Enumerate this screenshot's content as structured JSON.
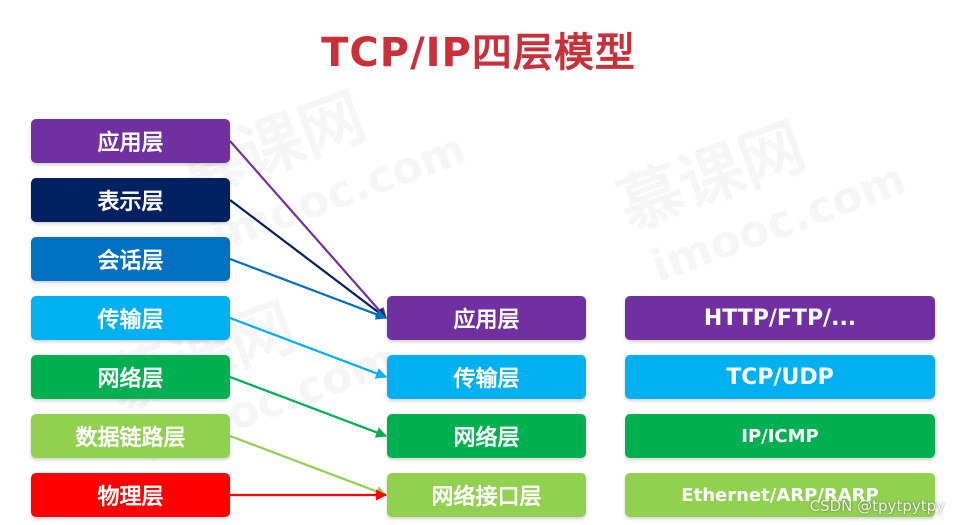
{
  "title": "TCP/IP四层模型",
  "watermark": {
    "brand": "慕课网",
    "domain": "imooc.com"
  },
  "footnote": "CSDN @tpytpytpy",
  "osi_layers": [
    {
      "label": "应用层",
      "color": "#7030a0"
    },
    {
      "label": "表示层",
      "color": "#002060"
    },
    {
      "label": "会话层",
      "color": "#0070c0"
    },
    {
      "label": "传输层",
      "color": "#00b0f0"
    },
    {
      "label": "网络层",
      "color": "#00b050"
    },
    {
      "label": "数据链路层",
      "color": "#92d050"
    },
    {
      "label": "物理层",
      "color": "#ff0000"
    }
  ],
  "tcpip_layers": [
    {
      "label": "应用层",
      "color": "#7030a0"
    },
    {
      "label": "传输层",
      "color": "#00b0f0"
    },
    {
      "label": "网络层",
      "color": "#00b050"
    },
    {
      "label": "网络接口层",
      "color": "#92d050"
    }
  ],
  "protocols": [
    {
      "label": "HTTP/FTP/...",
      "color": "#7030a0"
    },
    {
      "label": "TCP/UDP",
      "color": "#00b0f0"
    },
    {
      "label": "IP/ICMP",
      "color": "#00b050"
    },
    {
      "label": "Ethernet/ARP/RARP",
      "color": "#92d050"
    }
  ],
  "mapping": [
    0,
    0,
    0,
    1,
    2,
    3,
    3
  ]
}
